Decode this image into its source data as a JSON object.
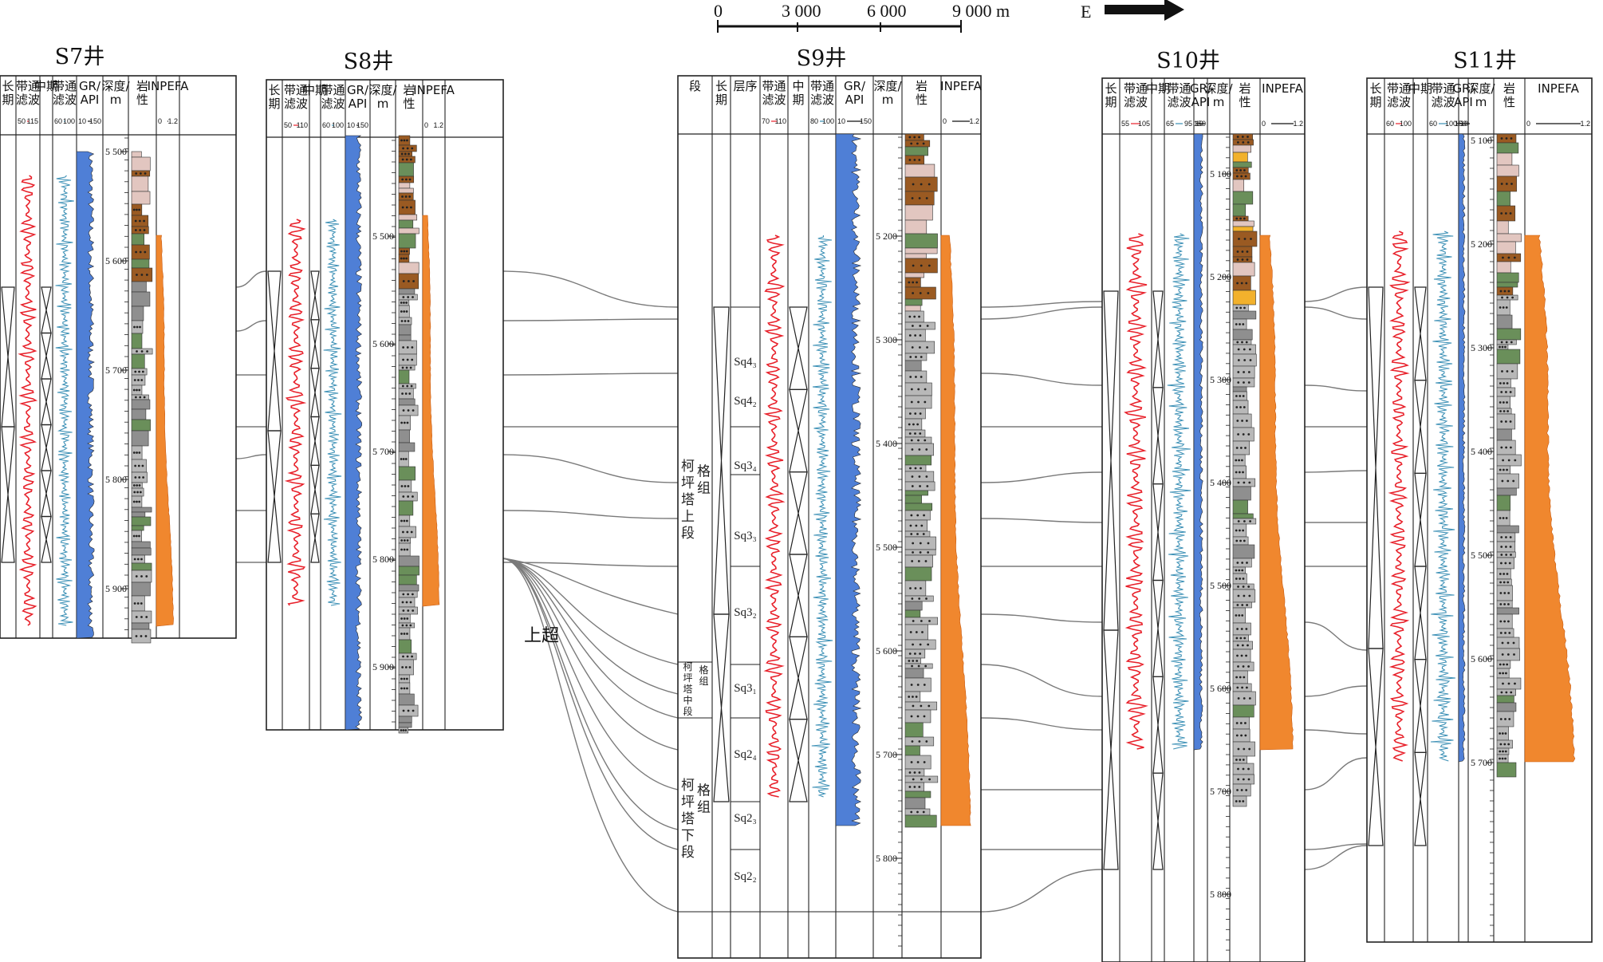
{
  "scale_bar": {
    "ticks": [
      "0",
      "3 000",
      "6 000",
      "9 000 m"
    ],
    "direction_label": "E",
    "arrow_icon": "right-arrow-icon"
  },
  "onlap_label": "上超",
  "wells": [
    {
      "name": "S7井",
      "headers": [
        "长期",
        "带通滤波",
        "中期",
        "带通滤波",
        "GR/API",
        "深度/m",
        "岩性",
        "INPEFA"
      ],
      "ranges": [
        "50—115",
        "60—100",
        "10—150",
        "0—1.2"
      ],
      "depths": [
        "5 500",
        "5 600",
        "5 700",
        "5 800",
        "5 900"
      ]
    },
    {
      "name": "S8井",
      "headers": [
        "长期",
        "带通滤波",
        "中期",
        "带通滤波",
        "GR/API",
        "深度/m",
        "岩性",
        "INPEFA"
      ],
      "ranges": [
        "50—110",
        "60—100",
        "10—150",
        "0—1.2"
      ],
      "depths": [
        "5 500",
        "5 600",
        "5 700",
        "5 800",
        "5 900"
      ]
    },
    {
      "name": "S9井",
      "headers": [
        "段",
        "长期",
        "层序",
        "带通滤波",
        "中期",
        "带通滤波",
        "GR/API",
        "深度/m",
        "岩性",
        "INPEFA"
      ],
      "ranges": [
        "70—110",
        "80—100",
        "10—150",
        "0—1.2"
      ],
      "depths": [
        "5 200",
        "5 300",
        "5 400",
        "5 500",
        "5 600",
        "5 700",
        "5 800"
      ],
      "sequences": [
        "Sq4₃",
        "Sq4₂",
        "Sq3₄",
        "Sq3₃",
        "Sq3₂",
        "Sq3₁",
        "Sq2₄",
        "Sq2₃",
        "Sq2₂"
      ],
      "formations": [
        "柯坪塔格组上段",
        "柯坪塔格组中段",
        "柯坪塔格组下段"
      ]
    },
    {
      "name": "S10井",
      "headers": [
        "长期",
        "带通滤波",
        "中期",
        "带通滤波",
        "GR/API",
        "深度/m",
        "岩性",
        "INPEFA"
      ],
      "ranges": [
        "55—105",
        "65—95",
        "10—150",
        "0—1.2"
      ],
      "depths": [
        "5 100",
        "5 200",
        "5 300",
        "5 400",
        "5 500",
        "5 600",
        "5 700",
        "5 800"
      ]
    },
    {
      "name": "S11井",
      "headers": [
        "长期",
        "带通滤波",
        "中期",
        "带通滤波",
        "GR/API",
        "深度/m",
        "岩性",
        "INPEFA"
      ],
      "ranges": [
        "60—100",
        "60—100",
        "10—150",
        "0—1.2"
      ],
      "depths": [
        "5 100",
        "5 200",
        "5 300",
        "5 400",
        "5 500",
        "5 600",
        "5 700"
      ]
    }
  ],
  "colors": {
    "bandpass_long": "#e8202a",
    "bandpass_mid": "#3a8fb5",
    "gr_fill": "#4f7fd6",
    "inpefa_fill": "#f0872e",
    "lith_sand": "#b8b8b8",
    "lith_mud": "#6a8f5a",
    "lith_brown": "#9a5a22",
    "lith_pink": "#e2c6c0",
    "lith_yellow": "#f2b12c",
    "correlation_line": "#7a7a7a"
  }
}
